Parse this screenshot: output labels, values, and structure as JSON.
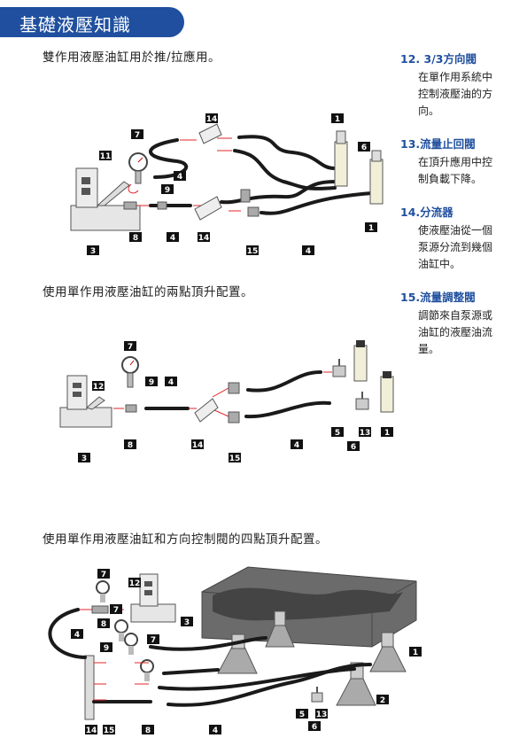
{
  "header": {
    "title": "基礎液壓知識"
  },
  "captions": {
    "section1": "雙作用液壓油缸用於推/拉應用。",
    "section2": "使用單作用液壓油缸的兩點頂升配置。",
    "section3": "使用單作用液壓油缸和方向控制閥的四點頂升配置。"
  },
  "sidebar": [
    {
      "title": "12. 3/3方向閥",
      "lines": [
        "在單作用系統中",
        "控制液壓油的方",
        "向。"
      ]
    },
    {
      "title": "13.流量止回閥",
      "lines": [
        "在頂升應用中控",
        "制負載下降。"
      ]
    },
    {
      "title": "14.分流器",
      "lines": [
        "使液壓油從一個",
        "泵源分流到幾個",
        "油缸中。"
      ]
    },
    {
      "title": "15.流量調整閥",
      "lines": [
        "調節來自泵源或",
        "油缸的液壓油流",
        "量。"
      ]
    }
  ],
  "diagram1": {
    "labels": [
      "14",
      "1",
      "7",
      "6",
      "11",
      "4",
      "9",
      "1",
      "3",
      "8",
      "4",
      "14",
      "15",
      "4"
    ]
  },
  "diagram2": {
    "labels": [
      "7",
      "12",
      "9",
      "4",
      "3",
      "8",
      "14",
      "15",
      "4",
      "5",
      "13",
      "1",
      "6"
    ]
  },
  "diagram3": {
    "labels": [
      "7",
      "12",
      "3",
      "4",
      "9",
      "8",
      "7",
      "7",
      "1",
      "5",
      "13",
      "2",
      "6",
      "14",
      "15",
      "8",
      "4"
    ]
  }
}
